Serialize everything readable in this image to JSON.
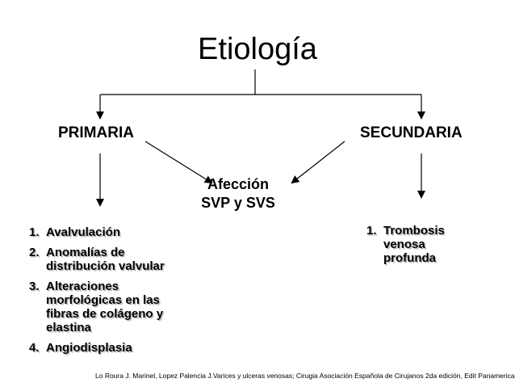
{
  "title": "Etiología",
  "primary": {
    "label": "PRIMARIA",
    "items": [
      {
        "num": "1.",
        "text": "Avalvulación"
      },
      {
        "num": "2.",
        "text": "Anomalías de distribución valvular"
      },
      {
        "num": "3.",
        "text": "Alteraciones morfológicas en las fibras de colágeno y elastina"
      },
      {
        "num": "4.",
        "text": "Angiodisplasia"
      }
    ]
  },
  "secondary": {
    "label": "SECUNDARIA",
    "items": [
      {
        "num": "1.",
        "text": "Trombosis venosa profunda"
      }
    ]
  },
  "center": {
    "line1": "Afección",
    "line2": "SVP y SVS"
  },
  "reference": "Lo Roura J. Marinel, Lopez Palencia J.Varices y ulceras venosas; Cirugia Asociación Española de Cirujanos 2da edición, Edit Panamericana,"
}
